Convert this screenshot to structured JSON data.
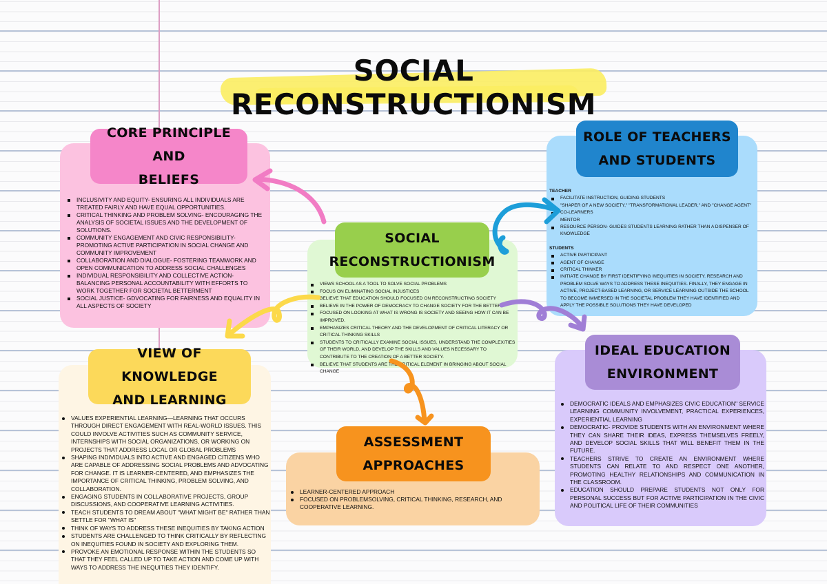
{
  "title": "SOCIAL RECONSTRUCTIONISM",
  "colors": {
    "core_header": "#f586c9",
    "core_body": "#fcc2e0",
    "center_header": "#98cf4c",
    "center_body": "#e0f8d4",
    "roles_header": "#2085cd",
    "roles_body": "#aadcfc",
    "ideal_header": "#a98cd6",
    "ideal_body": "#d9cafb",
    "view_header": "#fcd95a",
    "view_body": "#fef5e4",
    "assess_header": "#f7931e",
    "assess_body": "#fad3a3",
    "highlight": "#fbed62",
    "margin_line": "#dd9ec4"
  },
  "center": {
    "label_line1": "SOCIAL",
    "label_line2": "RECONSTRUCTIONISM",
    "items": [
      "VIEWS SCHOOL AS A TOOL TO SOLVE SOCIAL PROBLEMS",
      "FOCUS ON ELIMINATING SOCIAL INJUSTICES",
      "BELIEVE THAT EDUCATION SHOULD FOCUSED ON RECONSTRUCTING SOCIETY",
      "BELIEVE IN THE POWER OF DEMOCRACY TO CHANGE SOCIETY FOR THE BETTER",
      "FOCUSED ON LOOKING AT WHAT IS WRONG IS SOCIETY AND SEEING HOW IT CAN BE IMPROVED.",
      "EMPHASIZES CRITICAL THEORY AND THE DEVELOPMENT OF CRITICAL LITERACY OR CRITICAL THINKING SKILLS",
      "STUDENTS TO CRITICALLY EXAMINE SOCIAL ISSUES, UNDERSTAND THE COMPLEXITIES OF THEIR WORLD, AND DEVELOP THE SKILLS AND VALUES NECESSARY TO CONTRIBUTE TO THE CREATION OF A BETTER SOCIETY.",
      "BELIEVE THAT STUDENTS ARE THE CRITICAL ELEMENT IN BRINGING ABOUT SOCIAL CHANGE"
    ]
  },
  "core": {
    "label_line1": "CORE PRINCIPLE AND",
    "label_line2": "BELIEFS",
    "items": [
      "INCLUSIVITY AND EQUITY- ENSURING ALL INDIVIDUALS ARE TREATED FAIRLY AND HAVE EQUAL OPPORTUNITIES.",
      "CRITICAL THINKING AND PROBLEM SOLVING- ENCOURAGING THE ANALYSIS OF SOCIETAL ISSUES AND THE DEVELOPMENT OF SOLUTIONS.",
      "COMMUNITY ENGAGEMENT AND CIVIC RESPONSIBILITY- PROMOTING ACTIVE PARTICIPATION IN SOCIAL CHANGE AND COMMUNITY IMPROVEMENT",
      "COLLABORATION AND DIALOGUE- FOSTERING TEAMWORK AND OPEN COMMUNICATION TO ADDRESS SOCIAL CHALLENGES",
      "INDIVIDUAL RESPONSIBILITY AND COLLECTIVE ACTION- BALANCING PERSONAL ACCOUNTABILITY WITH EFFORTS TO WORK TOGETHER FOR SOCIETAL BETTERMENT",
      "SOCIAL JUSTICE- GDVOCATING FOR FAIRNESS AND EQUALITY IN ALL ASPECTS OF SOCIETY"
    ]
  },
  "roles": {
    "label_line1": "ROLE OF TEACHERS",
    "label_line2": "AND STUDENTS",
    "teacher_heading": "TEACHER",
    "teacher_items": [
      "FACILITATE INSTRUCTION, GUIDING STUDENTS",
      "\"SHAPER OF A NEW SOCIETY,\" \"TRANSFORMATIONAL LEADER,\" AND \"CHANGE AGENT\"",
      "CO-LEARNERS",
      "MENTOR",
      "RESOURCE PERSON- GUIDES STUDENTS LEARNING RATHER THAN A DISPENSER OF KNOWLEDGE"
    ],
    "students_heading": "STUDENTS",
    "student_items": [
      "ACTIVE PARTICIPANT",
      "AGENT OF CHANGE",
      "CRITICAL THINKER",
      "INITIATE CHANGE BY FIRST IDENTIFYING INEQUITIES IN SOCIETY. RESEARCH AND PROBLEM SOLVE WAYS TO ADDRESS THESE INEQUITIES. FINALLY, THEY ENGAGE IN ACTIVE, PROJECT-BASED LEARNING, OR SERVICE LEARNING OUTSIDE THE SCHOOL TO BECOME IMMERSED IN THE SOCIETAL PROBLEM THEY HAVE IDENTIFIED AND APPLY THE POSSIBLE SOLUTIONS THEY HAVE DEVELOPED"
    ]
  },
  "ideal": {
    "label_line1": "IDEAL EDUCATION",
    "label_line2": "ENVIRONMENT",
    "items": [
      "DEMOCRATIC IDEALS AND EMPHASIZES CIVIC EDUCATION\" SERVICE LEARNING COMMUNITY INVOLVEMENT, PRACTICAL EXPERIENCES, EXPERIENTIAL LEARNING",
      "DEMOCRATIC- PROVIDE STUDENTS WITH AN ENVIRONMENT WHERE THEY CAN SHARE THEIR IDEAS, EXPRESS THEMSELVES FREELY, AND DEVELOP SOCIAL SKILLS THAT WILL BENEFIT THEM IN THE FUTURE.",
      "TEACHERS STRIVE TO CREATE AN ENVIRONMENT WHERE STUDENTS CAN RELATE TO AND RESPECT ONE ANOTHER, PROMOTING HEALTHY RELATIONSHIPS AND COMMUNICATION IN THE CLASSROOM.",
      "EDUCATION SHOULD PREPARE STUDENTS NOT ONLY FOR PERSONAL SUCCESS BUT FOR ACTIVE PARTICIPATION IN THE CIVIC AND POLITICAL LIFE OF THEIR COMMUNITIES"
    ]
  },
  "view": {
    "label_line1": "VIEW OF KNOWLEDGE",
    "label_line2": "AND LEARNING",
    "items": [
      "VALUES EXPERIENTIAL LEARNING—LEARNING THAT OCCURS THROUGH DIRECT ENGAGEMENT WITH REAL-WORLD ISSUES. THIS COULD INVOLVE ACTIVITIES SUCH AS COMMUNITY SERVICE, INTERNSHIPS WITH SOCIAL ORGANIZATIONS, OR WORKING ON PROJECTS THAT ADDRESS LOCAL OR GLOBAL PROBLEMS",
      "SHAPING INDIVIDUALS INTO ACTIVE AND ENGAGED CITIZENS WHO ARE CAPABLE OF ADDRESSING SOCIAL PROBLEMS AND ADVOCATING FOR CHANGE. IT IS LEARNER-CENTERED, AND EMPHASIZES THE IMPORTANCE OF CRITICAL THINKING, PROBLEM SOLVING, AND COLLABORATION.",
      "ENGAGING STUDENTS IN COLLABORATIVE PROJECTS, GROUP DISCUSSIONS, AND COOPERATIVE LEARNING ACTIVITIES.",
      "TEACH STUDENTS TO DREAM ABOUT \"WHAT MIGHT BE\" RATHER THAN SETTLE FOR \"WHAT IS\"",
      "THINK OF WAYS TO ADDRESS THESE INEQUITIES BY TAKING ACTION",
      "STUDENTS ARE CHALLENGED TO THINK CRITICALLY BY REFLECTING ON INEQUITIES FOUND IN SOCIETY AND EXPLORING THEM.",
      "PROVOKE AN EMOTIONAL RESPONSE WITHIN THE STUDENTS SO THAT THEY FEEL CALLED UP TO TAKE ACTION AND COME UP WITH WAYS TO ADDRESS THE INEQUITIES THEY IDENTIFY."
    ]
  },
  "assess": {
    "label_line1": "ASSESSMENT",
    "label_line2": "APPROACHES",
    "items": [
      "LEARNER-CENTERED APPROACH",
      "FOCUSED ON PROBLEMSOLVING, CRITICAL THINKING, RESEARCH, AND COOPERATIVE LEARNING."
    ]
  }
}
